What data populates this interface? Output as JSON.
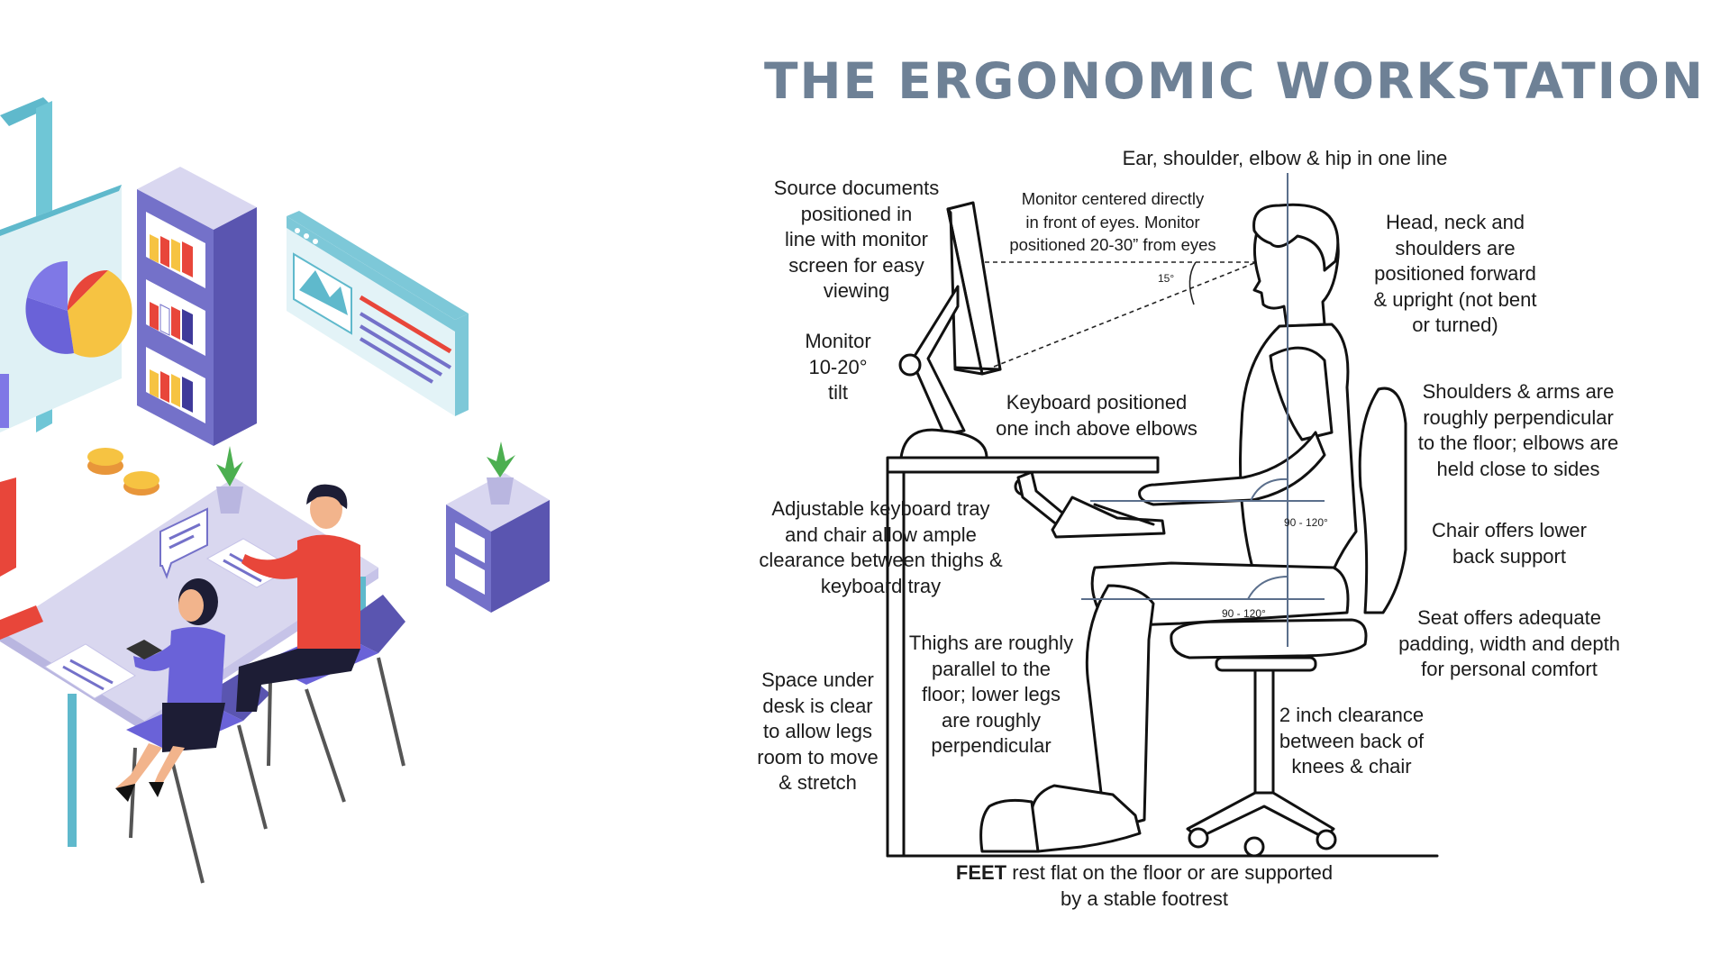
{
  "title": "THE ERGONOMIC WORKSTATION",
  "labels": {
    "ear_line": "Ear, shoulder, elbow & hip in one line",
    "source_docs": "Source documents\npositioned in\nline with monitor\nscreen for easy\nviewing",
    "monitor_centered": "Monitor centered directly\nin front of eyes. Monitor\npositioned 20-30” from eyes",
    "head_neck": "Head, neck and\nshoulders are\npositioned forward\n& upright (not bent\nor turned)",
    "monitor_tilt": "Monitor\n10-20°\ntilt",
    "keyboard_positioned": "Keyboard positioned\none inch above elbows",
    "shoulders_arms": "Shoulders & arms are\nroughly perpendicular\nto the floor; elbows are\nheld close to sides",
    "adjustable_tray": "Adjustable keyboard tray\nand chair allow ample\nclearance between thighs &\nkeyboard tray",
    "chair_lower_back": "Chair offers lower\nback support",
    "seat_padding": "Seat offers adequate\npadding, width and depth\nfor personal comfort",
    "thighs_parallel": "Thighs are roughly\nparallel to the\nfloor; lower legs\nare roughly\nperpendicular",
    "space_under_desk": "Space under\ndesk is clear\nto allow legs\nroom to move\n& stretch",
    "knee_clearance": "2 inch clearance\nbetween back of\nknees & chair"
  },
  "angles": {
    "eye": "15°",
    "elbow": "90 - 120°",
    "hip": "90 - 120°"
  },
  "footer": {
    "bold": "FEET",
    "rest": " rest flat on the floor or are supported\nby a stable footrest"
  },
  "colors": {
    "title": "#6e8196",
    "line_art": "#111111",
    "guide_line": "#5b6f8c",
    "illustration_purple": "#5a55b0",
    "illustration_lavender": "#c9c7ea",
    "illustration_teal": "#5fb9cc",
    "illustration_red": "#e8463a"
  }
}
